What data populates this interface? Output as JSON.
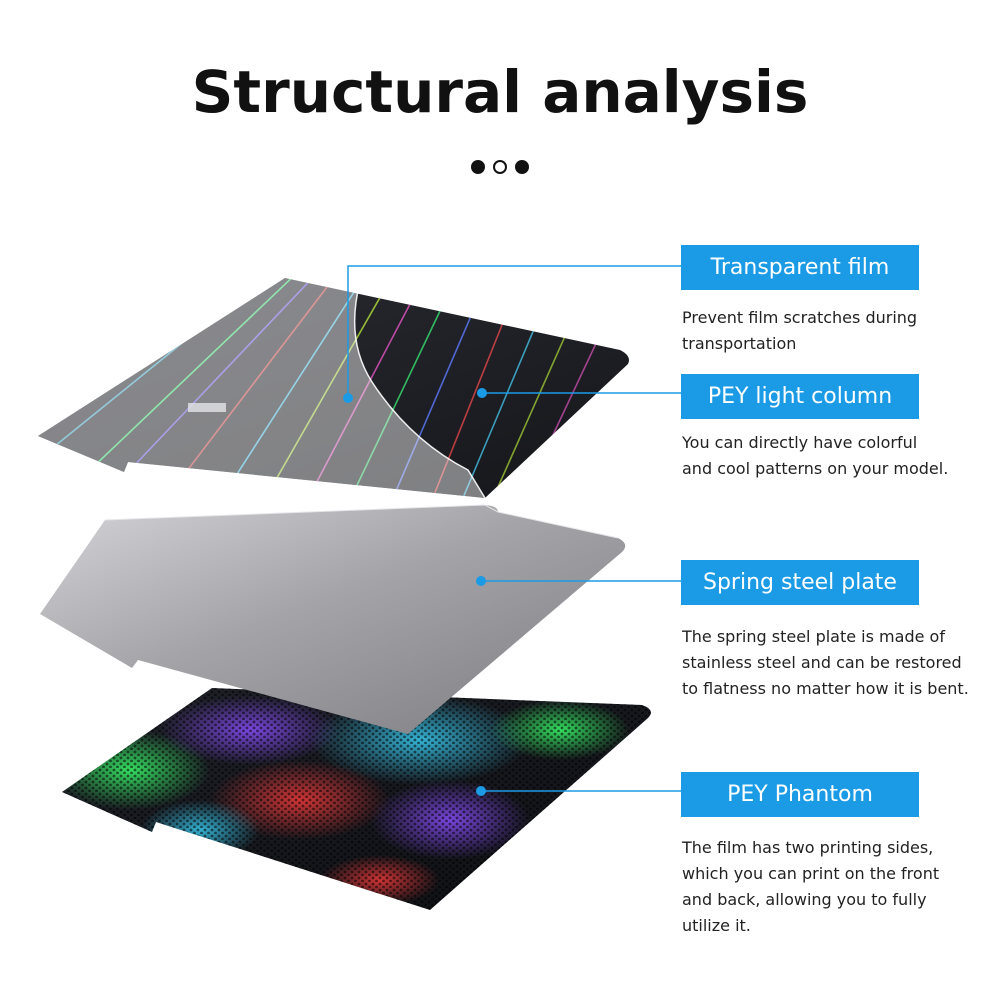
{
  "header": {
    "title": "Structural analysis"
  },
  "pager": {
    "dots": [
      "filled",
      "hollow",
      "filled"
    ]
  },
  "layers": [
    {
      "label": "Transparent film",
      "description": "Prevent film scratches during\ntransportation",
      "icon": "transparent-film-layer"
    },
    {
      "label": "PEY light column",
      "description": "You can directly have colorful\nand cool patterns on your model.",
      "icon": "pey-light-column-layer"
    },
    {
      "label": "Spring steel plate",
      "description": "The spring steel plate is made of\nstainless steel and can be restored\nto flatness no matter how it is bent.",
      "icon": "spring-steel-plate-layer"
    },
    {
      "label": "PEY Phantom",
      "description": "The film has two printing sides,\nwhich you can print on the front\nand back, allowing you to fully\nutilize it.",
      "icon": "pey-phantom-layer"
    }
  ],
  "colors": {
    "accent": "#1b9be6",
    "title": "#111111",
    "plate_dark": "#1c1d22",
    "steel": "#9c9ca0"
  }
}
